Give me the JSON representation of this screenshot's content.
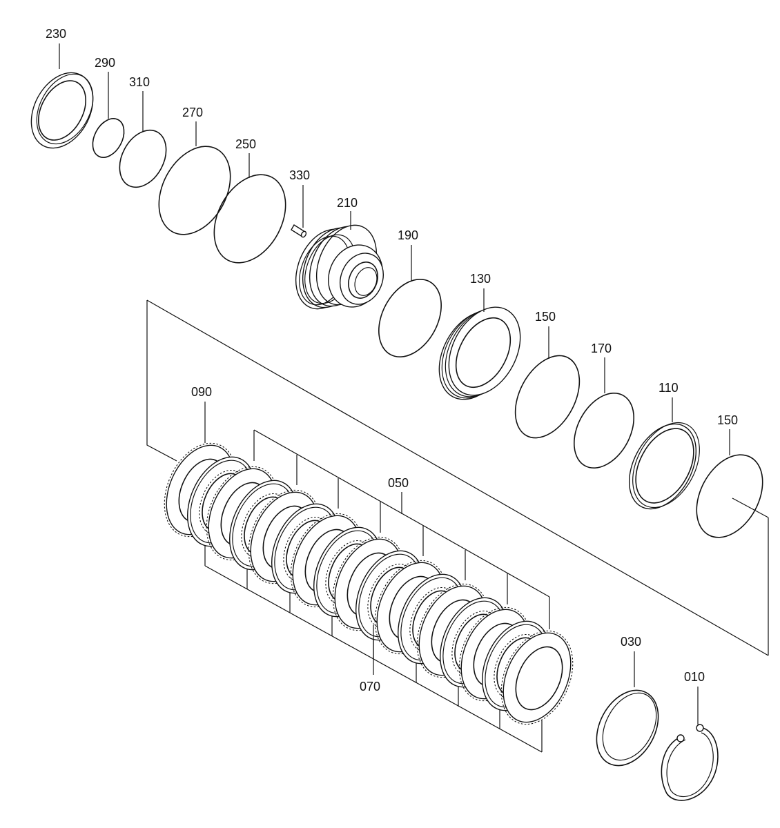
{
  "diagram": {
    "parts": [
      {
        "id": "230",
        "label": "230"
      },
      {
        "id": "290",
        "label": "290"
      },
      {
        "id": "310",
        "label": "310"
      },
      {
        "id": "270",
        "label": "270"
      },
      {
        "id": "250",
        "label": "250"
      },
      {
        "id": "330",
        "label": "330"
      },
      {
        "id": "210",
        "label": "210"
      },
      {
        "id": "190",
        "label": "190"
      },
      {
        "id": "130",
        "label": "130"
      },
      {
        "id": "150a",
        "label": "150"
      },
      {
        "id": "170",
        "label": "170"
      },
      {
        "id": "110",
        "label": "110"
      },
      {
        "id": "150b",
        "label": "150"
      },
      {
        "id": "090",
        "label": "090"
      },
      {
        "id": "050",
        "label": "050"
      },
      {
        "id": "070",
        "label": "070"
      },
      {
        "id": "030",
        "label": "030"
      },
      {
        "id": "010",
        "label": "010"
      }
    ]
  }
}
